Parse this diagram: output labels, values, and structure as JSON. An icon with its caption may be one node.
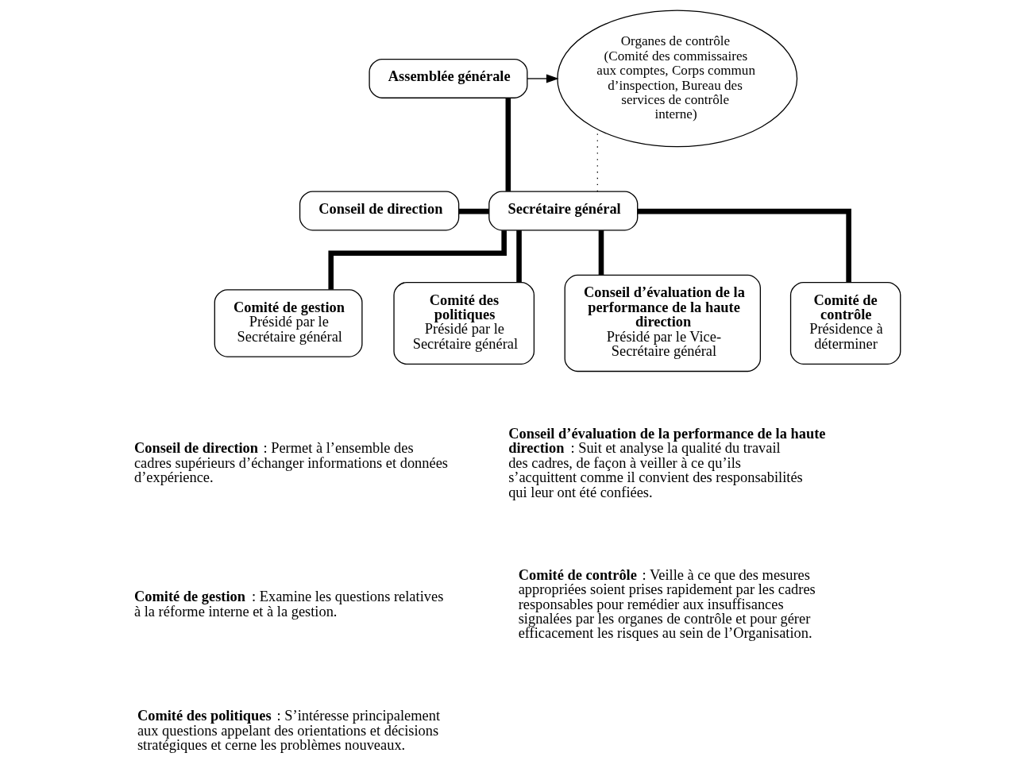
{
  "diagram": {
    "nodes": [
      {
        "text": [
          "Assemblée générale"
        ]
      },
      {
        "text": [
          "Organes de contrôle (Comité des commissaires aux comptes, Corps commun d’inspection, Bureau des services de contrôle interne)"
        ]
      },
      {
        "text": [
          "Conseil de direction"
        ]
      },
      {
        "text": [
          "Secrétaire général"
        ]
      },
      {
        "text": [
          "Comité de gestion",
          "Présidé par le Secrétaire général"
        ]
      },
      {
        "text": [
          "Comité des politiques",
          "Présidé par le Secrétaire général"
        ]
      },
      {
        "text": [
          "Conseil d’évaluation de la performance de la haute direction",
          "Présidé par le Vice-Secrétaire général"
        ]
      },
      {
        "text": [
          "Comité de contrôle",
          "Présidence à déterminer"
        ]
      }
    ],
    "edges": [
      {
        "from": 0,
        "to": 1,
        "arrow": "to"
      },
      {
        "from": 0,
        "to": 3,
        "arrow": "none"
      },
      {
        "from": 2,
        "to": 3,
        "arrow": "none"
      },
      {
        "from": 3,
        "to": 1,
        "arrow": "none",
        "style": "dashed"
      },
      {
        "from": 3,
        "to": 4,
        "arrow": "none"
      },
      {
        "from": 3,
        "to": 5,
        "arrow": "none"
      },
      {
        "from": 3,
        "to": 6,
        "arrow": "none"
      },
      {
        "from": 3,
        "to": 7,
        "arrow": "none"
      }
    ],
    "labels": [
      "**Conseil de direction** : Permet à l’ensemble des cadres supérieurs d’échanger informations et données d’expérience.",
      "**Conseil d’évaluation de la performance de la haute direction** : Suit et analyse la qualité du travail des cadres, de façon à veiller à ce qu’ils s’acquittent comme il convient des responsabilités qui leur ont été confiées.",
      "**Comité de gestion** : Examine les questions relatives à la réforme interne et à la gestion.",
      "**Comité des politiques** : S’intéresse principalement aux questions appelant des orientations et décisions stratégiques et cerne les problèmes nouveaux.",
      "**Comité de contrôle** : Veille à ce que des mesures appropriées soient prises rapidement par les cadres responsables pour remédier aux insuffisances signalées par les organes de contrôle et pour gérer efficacement les risques au sein de l’Organisation."
    ]
  }
}
